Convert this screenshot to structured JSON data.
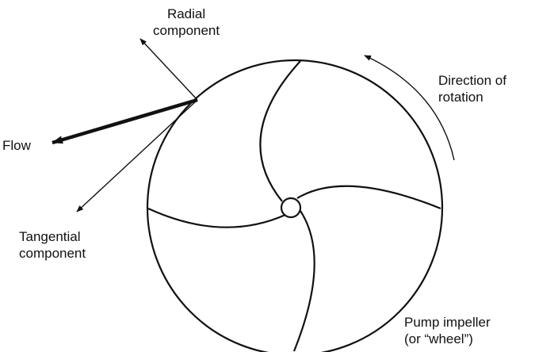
{
  "labels": {
    "radial": [
      "Radial",
      "component"
    ],
    "direction": [
      "Direction of",
      "rotation"
    ],
    "flow": "Flow",
    "tangential": [
      "Tangential",
      "component"
    ],
    "pump": [
      "Pump impeller",
      "(or “wheel”)"
    ]
  },
  "colors": {
    "ink": "#111111",
    "background": "#ffffff"
  }
}
